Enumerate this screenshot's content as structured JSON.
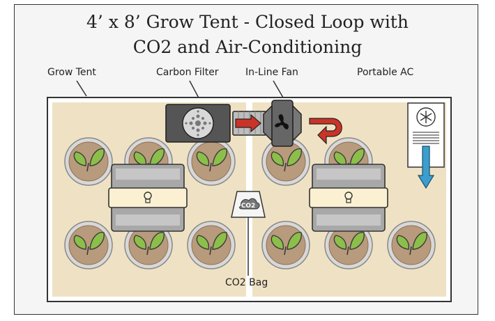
{
  "title": {
    "line1": "4’ x 8’ Grow Tent - Closed Loop with",
    "line2": "CO2 and Air-Conditioning"
  },
  "labels": {
    "grow_tent": "Grow Tent",
    "carbon_filter": "Carbon Filter",
    "inline_fan": "In-Line Fan",
    "portable_ac": "Portable AC",
    "co2_bag": "CO2 Bag",
    "co2_bag_tag": "CO2"
  },
  "colors": {
    "tent_floor": "#efe2c4",
    "tent_border": "#333333",
    "pot_rim": "#d8d8d8",
    "soil": "#b89a7c",
    "leaf": "#8cbf4a",
    "light_gray": "#a8a8a8",
    "light_band": "#fbf1d2",
    "filter_dark": "#555555",
    "arrow_red": "#cc3328",
    "ac_arrow_blue": "#3a9fd0"
  },
  "icons": {
    "plant": "plant-pot-icon",
    "light": "grow-light-icon",
    "bulb": "lightbulb-icon",
    "filter": "carbon-filter-icon",
    "fan": "inline-fan-icon",
    "ac": "portable-ac-icon",
    "snowflake": "snowflake-icon",
    "co2": "co2-bag-icon"
  }
}
